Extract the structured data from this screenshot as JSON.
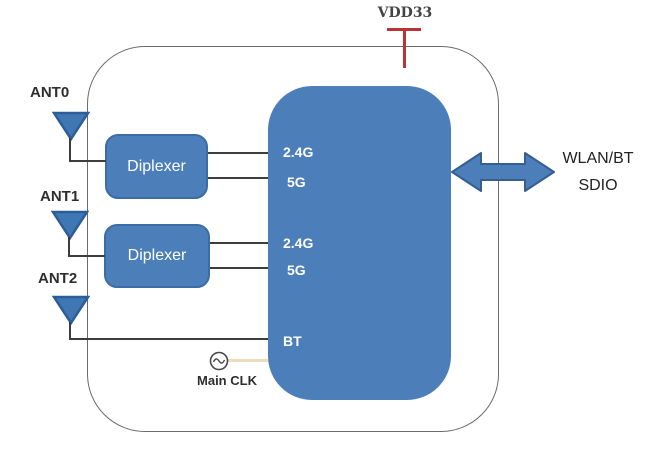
{
  "power": {
    "label": "VDD33"
  },
  "antennas": [
    {
      "label": "ANT0"
    },
    {
      "label": "ANT1"
    },
    {
      "label": "ANT2"
    }
  ],
  "diplexers": [
    {
      "label": "Diplexer"
    },
    {
      "label": "Diplexer"
    }
  ],
  "chip": {
    "ports": [
      {
        "label": "2.4G"
      },
      {
        "label": "5G"
      },
      {
        "label": "2.4G"
      },
      {
        "label": "5G"
      },
      {
        "label": "BT"
      }
    ]
  },
  "clock": {
    "label": "Main CLK"
  },
  "sdio": {
    "line1": "WLAN/BT",
    "line2": "SDIO"
  },
  "icons": {
    "antenna": "antenna-icon (filled down triangle)",
    "oscillator": "oscillator-icon (circle with sine wave)",
    "power": "power-rail-icon (red T symbol)",
    "arrow": "bidirectional-arrow-icon (blue double-headed arrow)"
  },
  "colors": {
    "block_blue": "#4c7fba",
    "block_border": "#3b6ca6",
    "wire": "#3d3d3d",
    "power_red": "#bb3333",
    "clock_wire": "#eedcba",
    "outline": "#6b6b6b"
  }
}
